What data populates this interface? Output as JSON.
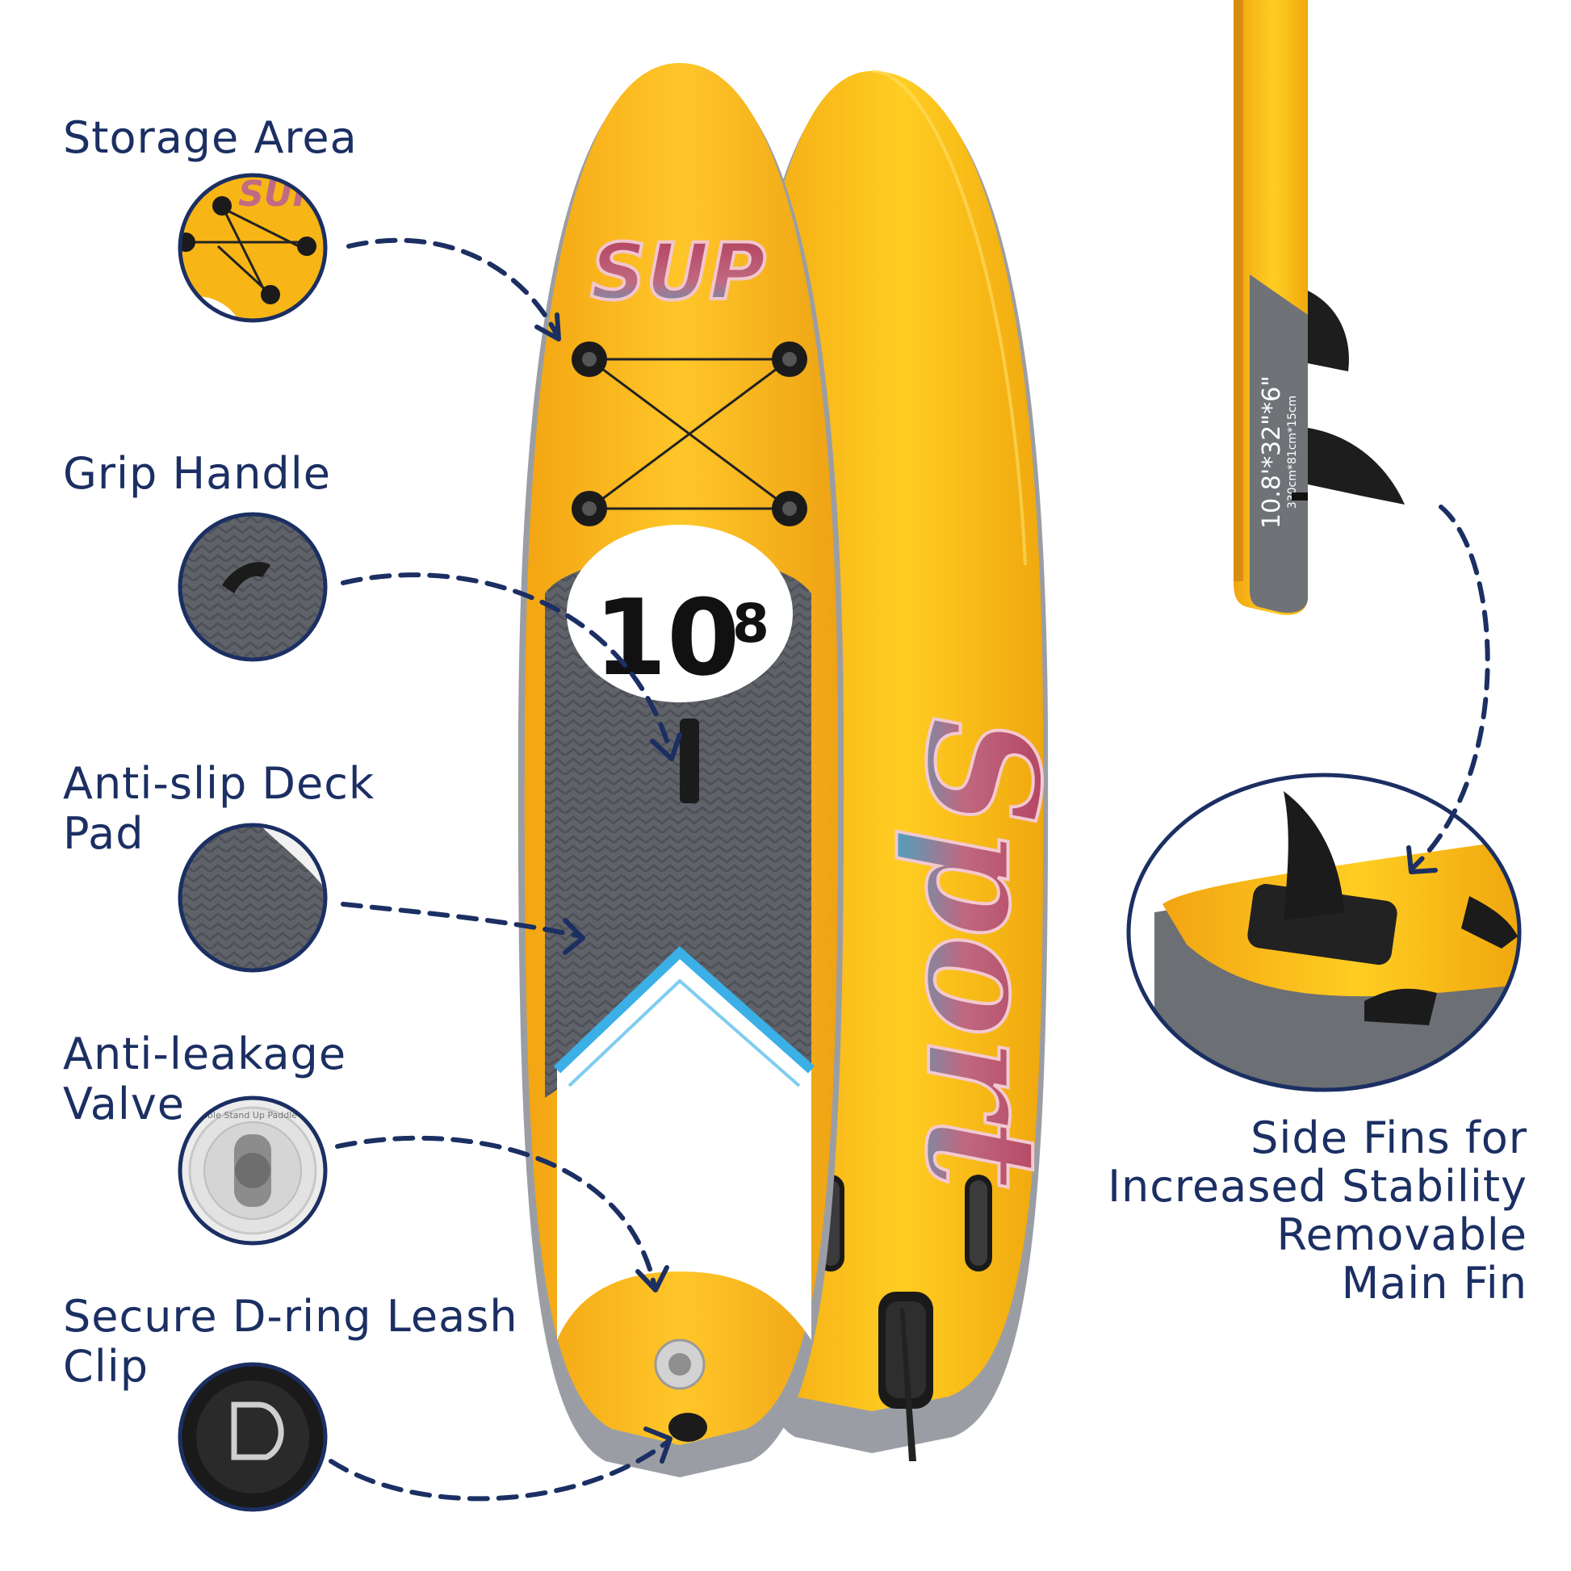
{
  "features": [
    {
      "title": "Storage Area"
    },
    {
      "title": "Grip Handle"
    },
    {
      "title": "Anti-slip Deck\nPad"
    },
    {
      "title": "Anti-leakage\nValve"
    },
    {
      "title": "Secure D-ring Leash\nClip"
    }
  ],
  "fins": {
    "lines": [
      "Side Fins for",
      "Increased Stability",
      "Removable",
      "Main Fin"
    ]
  },
  "board": {
    "logo_text": "SUP",
    "size_text": "10",
    "size_sup": "8",
    "back_text": "Sport",
    "side_dimensions": "10.8'*32\"*6\"",
    "side_metric": "330cm*81cm*15cm",
    "valve_text": "Inflatable Stand Up Paddle Board"
  },
  "colors": {
    "board_yellow": "#f7b516",
    "deck_grey": "#6b6e74",
    "accent_blue": "#3ab0e6",
    "navy": "#1b2f63"
  }
}
